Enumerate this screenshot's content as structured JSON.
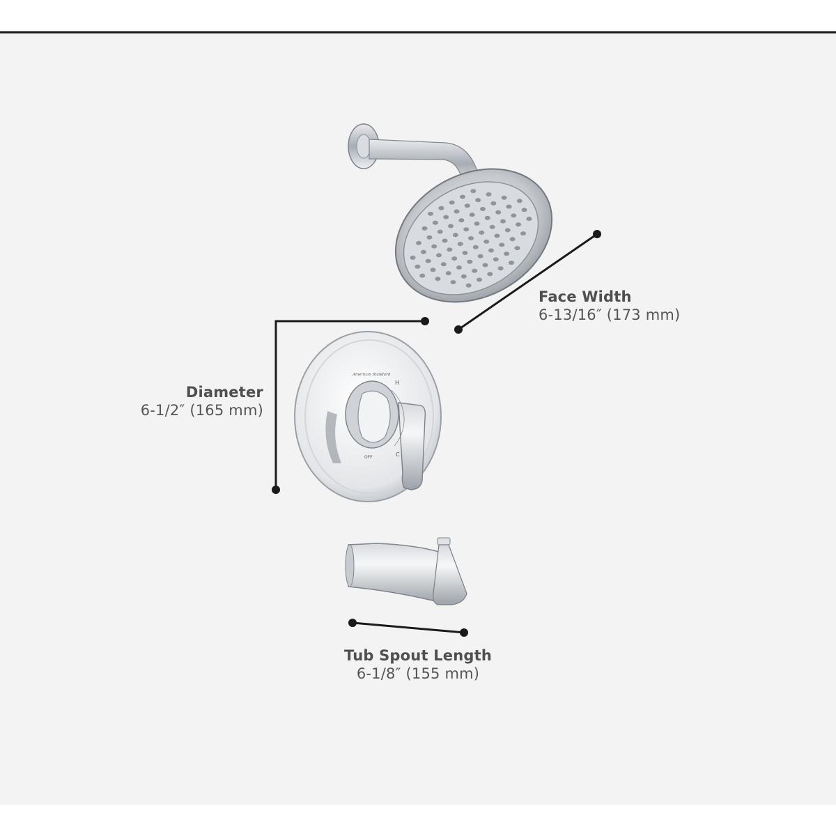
{
  "dimensions": {
    "face_width": {
      "label": "Face Width",
      "value": "6-13/16″ (173 mm)"
    },
    "diameter": {
      "label": "Diameter",
      "value": "6-1/2″ (165 mm)"
    },
    "tub_spout_length": {
      "label": "Tub Spout Length",
      "value": "6-1/8″ (155 mm)"
    }
  },
  "trim_markings": {
    "hot": "H",
    "cold": "C",
    "off": "OFF",
    "brand": "American Standard"
  },
  "colors": {
    "background": "#f3f3f3",
    "dimension_line": "#1a1a1a",
    "chrome": "#c9cdd2"
  }
}
